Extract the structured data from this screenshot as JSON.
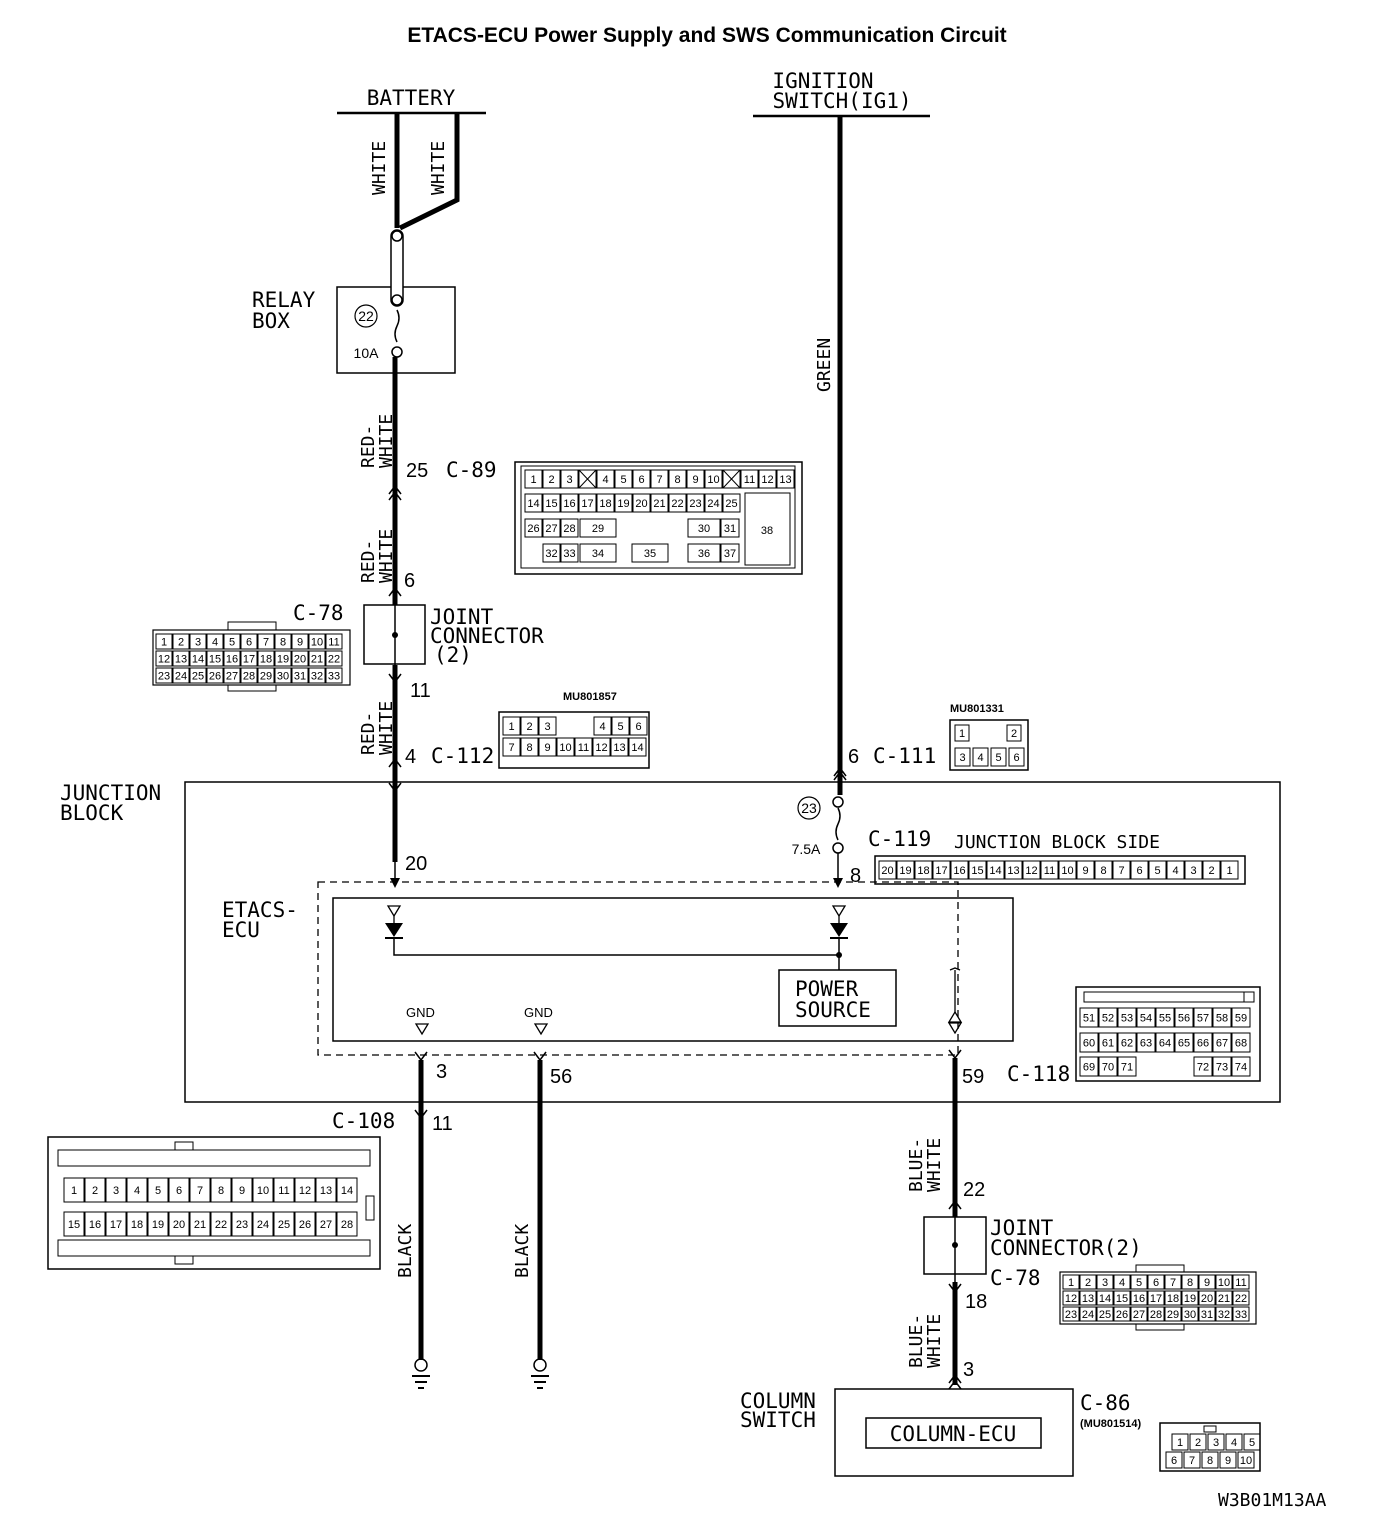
{
  "title": "ETACS-ECU Power Supply and SWS Communication Circuit",
  "code": "W3B01M13AA",
  "labels": {
    "battery": "BATTERY",
    "ignition_1": "IGNITION",
    "ignition_2": "SWITCH(IG1)",
    "relay_1": "RELAY",
    "relay_2": "BOX",
    "junction_1": "JUNCTION",
    "junction_2": "BLOCK",
    "etacs_1": "ETACS-",
    "etacs_2": "ECU",
    "joint_top_1": "JOINT",
    "joint_top_2": "CONNECTOR",
    "joint_top_3": "(2)",
    "joint_bottom_1": "JOINT",
    "joint_bottom_2": "CONNECTOR(2)",
    "power_1": "POWER",
    "power_2": "SOURCE",
    "column_1": "COLUMN",
    "column_2": "SWITCH",
    "column_ecu": "COLUMN-ECU",
    "gnd": "GND",
    "jb_side": "JUNCTION BLOCK SIDE"
  },
  "fuses": [
    {
      "id": "22",
      "rating": "10A"
    },
    {
      "id": "23",
      "rating": "7.5A"
    }
  ],
  "wires": {
    "white": "WHITE",
    "red_white_1": "RED-",
    "red_white_2": "WHITE",
    "green": "GREEN",
    "black": "BLACK",
    "blue_white_1": "BLUE-",
    "blue_white_2": "WHITE"
  },
  "connectors": {
    "c89": "C-89",
    "c78": "C-78",
    "c112": "C-112",
    "c111": "C-111",
    "c119": "C-119",
    "c118": "C-118",
    "c108": "C-108",
    "c86": "C-86",
    "mu1857": "MU801857",
    "mu1331": "MU801331",
    "mu1514": "(MU801514)"
  },
  "pins": {
    "p25": "25",
    "p6a": "6",
    "p11a": "11",
    "p4": "4",
    "p6b": "6",
    "p20": "20",
    "p8": "8",
    "p3a": "3",
    "p56": "56",
    "p59": "59",
    "p11b": "11",
    "p22": "22",
    "p18": "18",
    "p3b": "3"
  },
  "connector_faces": {
    "c89": {
      "row1": [
        "1",
        "2",
        "3",
        "",
        "4",
        "5",
        "6",
        "7",
        "8",
        "9",
        "10",
        "",
        "11",
        "12",
        "13"
      ],
      "row2": [
        "14",
        "15",
        "16",
        "17",
        "18",
        "19",
        "20",
        "21",
        "22",
        "23",
        "24",
        "25"
      ],
      "row3": [
        "26",
        "27",
        "28",
        "29",
        "30",
        "31"
      ],
      "row4": [
        "32",
        "33",
        "34",
        "35",
        "36",
        "37"
      ],
      "big": "38"
    },
    "c78": {
      "row1": [
        "1",
        "2",
        "3",
        "4",
        "5",
        "6",
        "7",
        "8",
        "9",
        "10",
        "11"
      ],
      "row2": [
        "12",
        "13",
        "14",
        "15",
        "16",
        "17",
        "18",
        "19",
        "20",
        "21",
        "22"
      ],
      "row3": [
        "23",
        "24",
        "25",
        "26",
        "27",
        "28",
        "29",
        "30",
        "31",
        "32",
        "33"
      ]
    },
    "c112": {
      "row1": [
        "1",
        "2",
        "3",
        "4",
        "5",
        "6"
      ],
      "row2": [
        "7",
        "8",
        "9",
        "10",
        "11",
        "12",
        "13",
        "14"
      ]
    },
    "c111": {
      "row1": [
        "1",
        "2"
      ],
      "row2": [
        "3",
        "4",
        "5",
        "6"
      ]
    },
    "c119": {
      "row": [
        "20",
        "19",
        "18",
        "17",
        "16",
        "15",
        "14",
        "13",
        "12",
        "11",
        "10",
        "9",
        "8",
        "7",
        "6",
        "5",
        "4",
        "3",
        "2",
        "1"
      ]
    },
    "c118": {
      "row1": [
        "51",
        "52",
        "53",
        "54",
        "55",
        "56",
        "57",
        "58",
        "59"
      ],
      "row2": [
        "60",
        "61",
        "62",
        "63",
        "64",
        "65",
        "66",
        "67",
        "68"
      ],
      "row3": [
        "69",
        "70",
        "71",
        "72",
        "73",
        "74"
      ]
    },
    "c108": {
      "row1": [
        "1",
        "2",
        "3",
        "4",
        "5",
        "6",
        "7",
        "8",
        "9",
        "10",
        "11",
        "12",
        "13",
        "14"
      ],
      "row2": [
        "15",
        "16",
        "17",
        "18",
        "19",
        "20",
        "21",
        "22",
        "23",
        "24",
        "25",
        "26",
        "27",
        "28"
      ]
    },
    "c86": {
      "row1": [
        "1",
        "2",
        "3",
        "4",
        "5"
      ],
      "row2": [
        "6",
        "7",
        "8",
        "9",
        "10"
      ]
    }
  }
}
